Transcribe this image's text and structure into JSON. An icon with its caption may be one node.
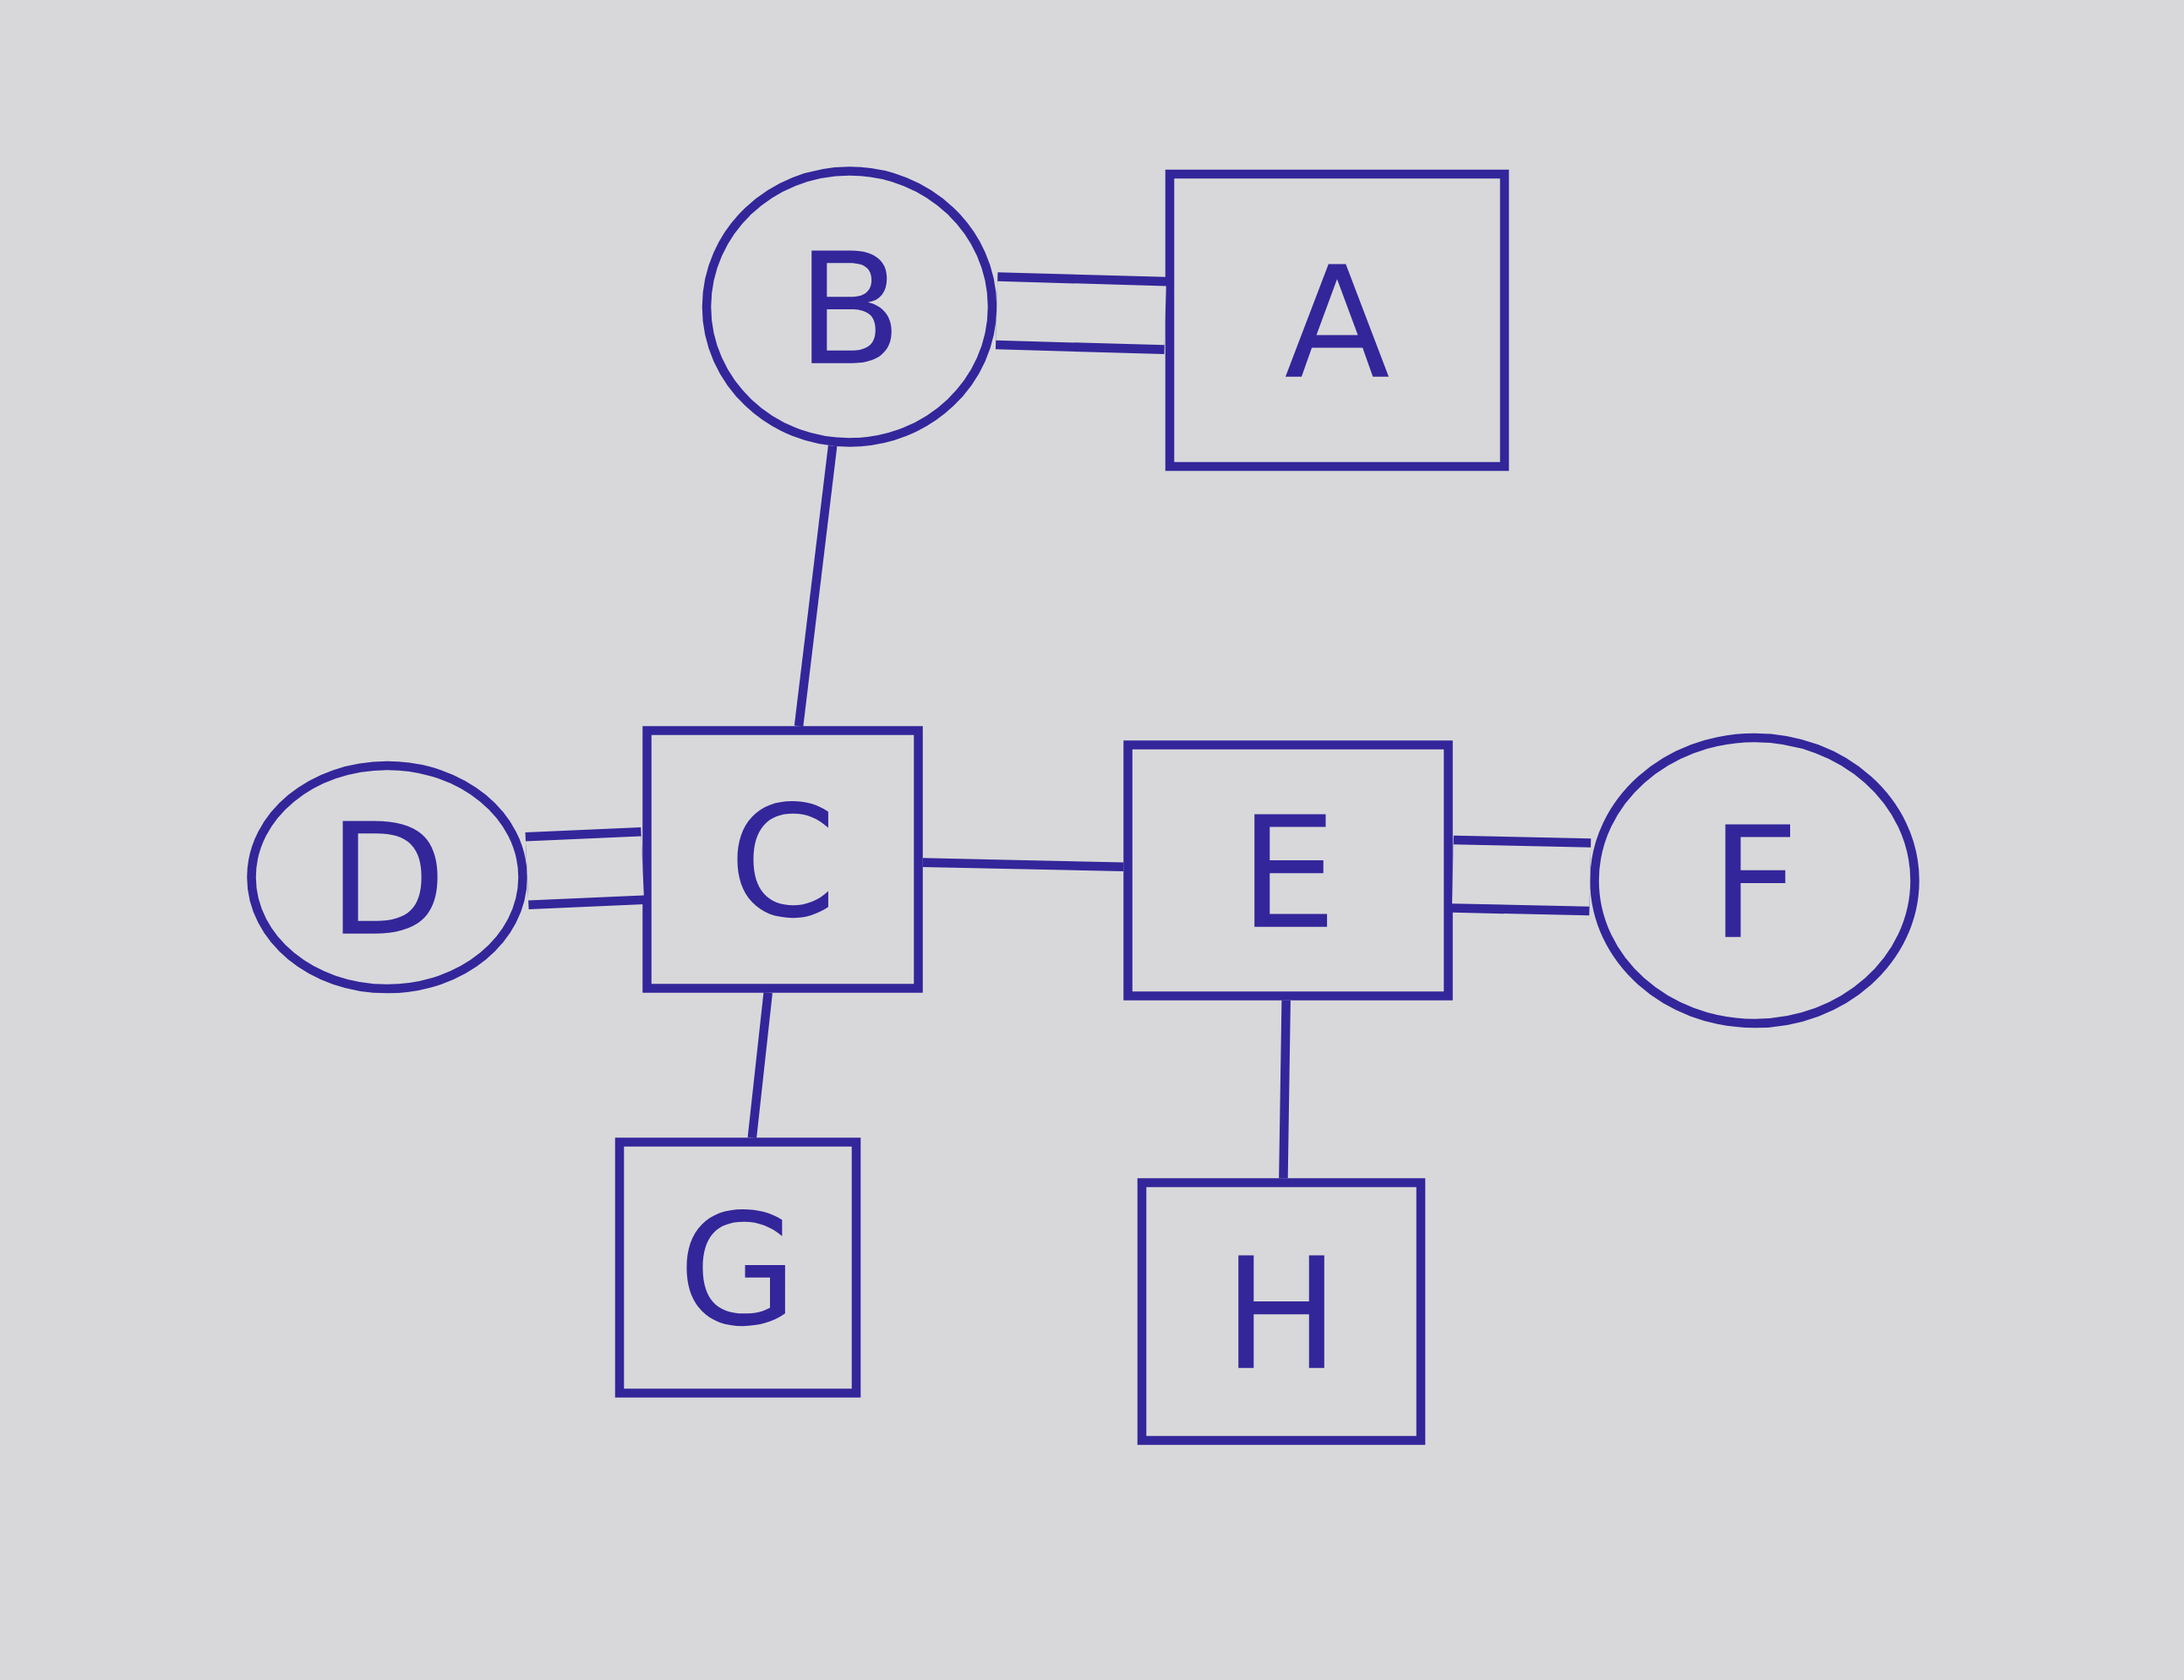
{
  "diagram": {
    "nodes": [
      {
        "text": [
          "B"
        ]
      },
      {
        "text": [
          "A"
        ]
      },
      {
        "text": [
          "C"
        ]
      },
      {
        "text": [
          "D"
        ]
      },
      {
        "text": [
          "E"
        ]
      },
      {
        "text": [
          "F"
        ]
      },
      {
        "text": [
          "G"
        ]
      },
      {
        "text": [
          "H"
        ]
      }
    ],
    "edges": [
      {
        "from": 0,
        "to": 1,
        "arrow": "none",
        "style": "thick"
      },
      {
        "from": 0,
        "to": 2,
        "arrow": "none"
      },
      {
        "from": 3,
        "to": 2,
        "arrow": "none",
        "style": "thick"
      },
      {
        "from": 2,
        "to": 4,
        "arrow": "none"
      },
      {
        "from": 4,
        "to": 5,
        "arrow": "none",
        "style": "thick"
      },
      {
        "from": 2,
        "to": 6,
        "arrow": "none"
      },
      {
        "from": 4,
        "to": 7,
        "arrow": "none"
      }
    ]
  }
}
